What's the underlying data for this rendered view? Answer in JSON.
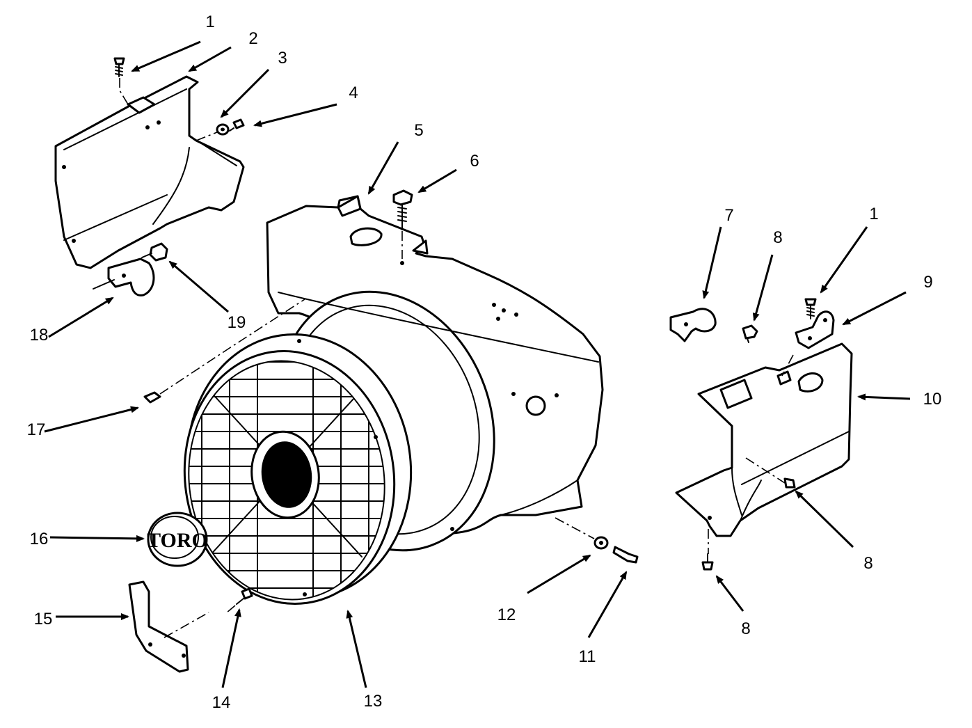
{
  "callouts": [
    {
      "id": "c1a",
      "text": "1"
    },
    {
      "id": "c2",
      "text": "2"
    },
    {
      "id": "c3",
      "text": "3"
    },
    {
      "id": "c4",
      "text": "4"
    },
    {
      "id": "c5",
      "text": "5"
    },
    {
      "id": "c6",
      "text": "6"
    },
    {
      "id": "c7",
      "text": "7"
    },
    {
      "id": "c8a",
      "text": "8"
    },
    {
      "id": "c1b",
      "text": "1"
    },
    {
      "id": "c9",
      "text": "9"
    },
    {
      "id": "c10",
      "text": "10"
    },
    {
      "id": "c8b",
      "text": "8"
    },
    {
      "id": "c8c",
      "text": "8"
    },
    {
      "id": "c11",
      "text": "11"
    },
    {
      "id": "c12",
      "text": "12"
    },
    {
      "id": "c13",
      "text": "13"
    },
    {
      "id": "c14",
      "text": "14"
    },
    {
      "id": "c15",
      "text": "15"
    },
    {
      "id": "c16",
      "text": "16"
    },
    {
      "id": "c17",
      "text": "17"
    },
    {
      "id": "c18",
      "text": "18"
    },
    {
      "id": "c19",
      "text": "19"
    }
  ],
  "logo_text": "TORO"
}
